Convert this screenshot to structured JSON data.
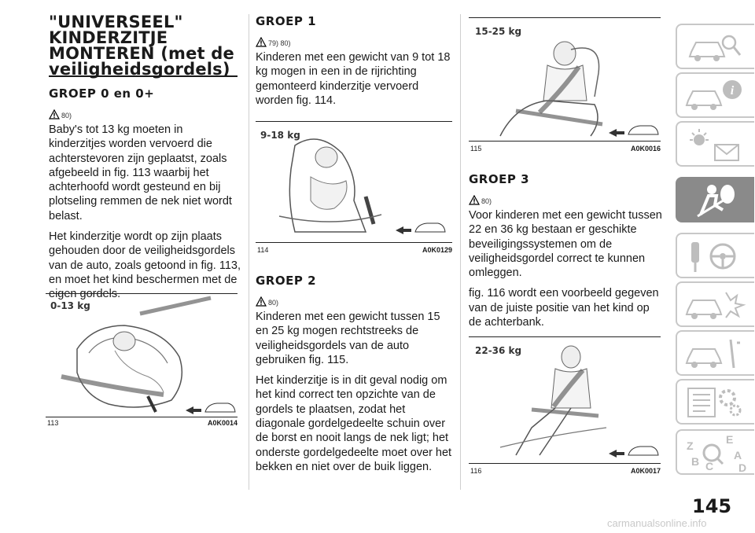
{
  "column1": {
    "title_lines": [
      "\"UNIVERSEEL\"",
      "KINDERZITJE",
      "MONTEREN (met de",
      "veiligheidsgordels)"
    ],
    "group0": {
      "heading": "GROEP 0 en 0+",
      "warning_ref": "80)",
      "para1": "Baby's tot 13 kg moeten in kinderzitjes worden vervoerd die achterstevoren zijn geplaatst, zoals afgebeeld in fig. 113 waarbij het achterhoofd wordt gesteund en bij plotseling remmen de nek niet wordt belast.",
      "para2": "Het kinderzitje wordt op zijn plaats gehouden door de veiligheidsgordels van de auto, zoals getoond in fig. 113, en moet het kind beschermen met de eigen gordels."
    },
    "fig113": {
      "weight_label": "0-13 kg",
      "number": "113",
      "code": "A0K0014"
    }
  },
  "column2": {
    "group1": {
      "heading": "GROEP 1",
      "warning_ref": "79) 80)",
      "para1": "Kinderen met een gewicht van 9 tot 18 kg mogen in een in de rijrichting gemonteerd kinderzitje vervoerd worden fig. 114."
    },
    "fig114": {
      "weight_label": "9-18 kg",
      "number": "114",
      "code": "A0K0129"
    },
    "group2": {
      "heading": "GROEP 2",
      "warning_ref": "80)",
      "para1": "Kinderen met een gewicht tussen 15 en 25 kg mogen rechtstreeks de veiligheidsgordels van de auto gebruiken fig. 115.",
      "para2": "Het kinderzitje is in dit geval nodig om het kind correct ten opzichte van de gordels te plaatsen, zodat het diagonale gordelgedeelte schuin over de borst en nooit langs de nek ligt; het onderste gordelgedeelte moet over het bekken en niet over de buik liggen."
    }
  },
  "column3": {
    "fig115": {
      "weight_label": "15-25 kg",
      "number": "115",
      "code": "A0K0016"
    },
    "group3": {
      "heading": "GROEP 3",
      "warning_ref": "80)",
      "para1": "Voor kinderen met een gewicht tussen 22 en 36 kg bestaan er geschikte beveiligingssystemen om de veiligheidsgordel correct te kunnen omleggen.",
      "para2": "fig. 116 wordt een voorbeeld gegeven van de juiste positie van het kind op de achterbank."
    },
    "fig116": {
      "weight_label": "22-36 kg",
      "number": "116",
      "code": "A0K0017"
    }
  },
  "side_tabs": [
    {
      "icon": "car-search-icon",
      "active": false
    },
    {
      "icon": "car-info-icon",
      "active": false
    },
    {
      "icon": "dashboard-warning-icon",
      "active": false
    },
    {
      "icon": "airbag-seatbelt-icon",
      "active": true
    },
    {
      "icon": "key-steering-wheel-icon",
      "active": false
    },
    {
      "icon": "car-crash-icon",
      "active": false
    },
    {
      "icon": "car-service-icon",
      "active": false
    },
    {
      "icon": "specs-gear-icon",
      "active": false
    },
    {
      "icon": "alphabet-index-icon",
      "active": false
    }
  ],
  "page_number": "145",
  "watermark": "carmanualsonline.info",
  "colors": {
    "active_tab": "#8a8a8a",
    "tab_border": "#c8c8c8",
    "ink": "#1a1a1a"
  }
}
